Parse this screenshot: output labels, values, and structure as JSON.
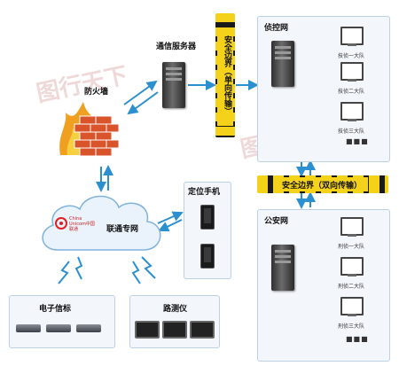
{
  "labels": {
    "comm_server": "通信服务器",
    "firewall": "防火墙",
    "boundary_top": "安全边界（单向传输）",
    "recon_net": "侦控网",
    "boundary_mid": "安全边界（双向传输）",
    "police_net": "公安网",
    "unicom_net": "联通专网",
    "positioning_phone": "定位手机",
    "beacon": "电子信标",
    "road_tester": "路测仪",
    "unicom_logo": "China Unicom中国联通"
  },
  "recon_terminals": [
    "技侦一大队",
    "技侦二大队",
    "技侦三大队"
  ],
  "police_terminals": [
    "刑侦一大队",
    "刑侦二大队",
    "刑侦三大队"
  ],
  "colors": {
    "arrow": "#2b8fd0",
    "boundary_bar": "#f5d21a",
    "bar_dark": "#1a1a1a",
    "firewall_flame": "#f0a020"
  },
  "watermark": "图行天下"
}
